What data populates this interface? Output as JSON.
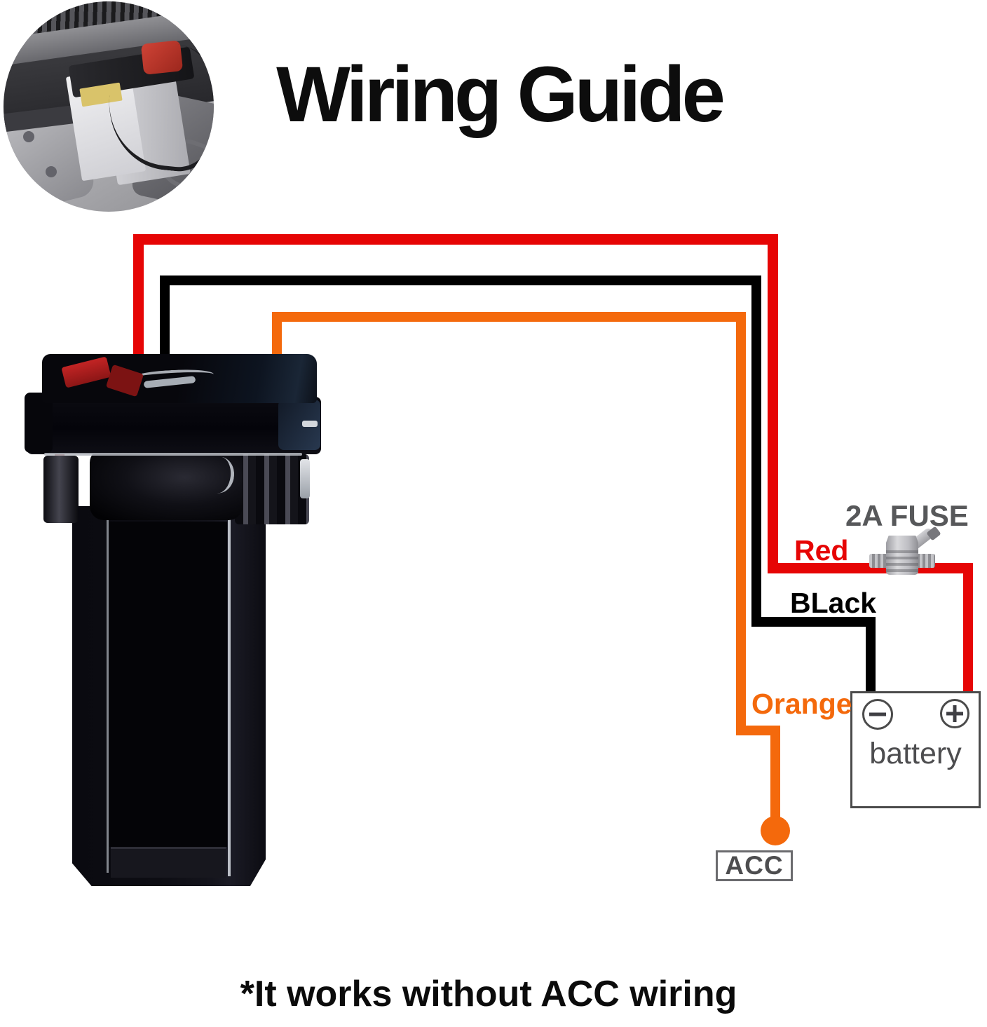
{
  "title": "Wiring Guide",
  "footer_note": "*It works without ACC wiring",
  "diagram": {
    "fuse_label": "2A FUSE",
    "wire_labels": {
      "red": "Red",
      "black": "BLack",
      "orange": "Orange"
    },
    "battery_label": "battery",
    "acc_label": "ACC"
  },
  "colors": {
    "red": "#e60505",
    "black": "#000000",
    "orange": "#f4690c",
    "label-gray": "#57585a",
    "battery-gray": "#4b4b4b"
  },
  "icons": {
    "photo": "engine-bay-battery-photo",
    "device": "gps-tracker-device",
    "fuse": "inline-fuse-holder-icon",
    "battery_terminals": [
      "minus-icon",
      "plus-icon"
    ],
    "acc_wire_end": "orange-dot"
  }
}
